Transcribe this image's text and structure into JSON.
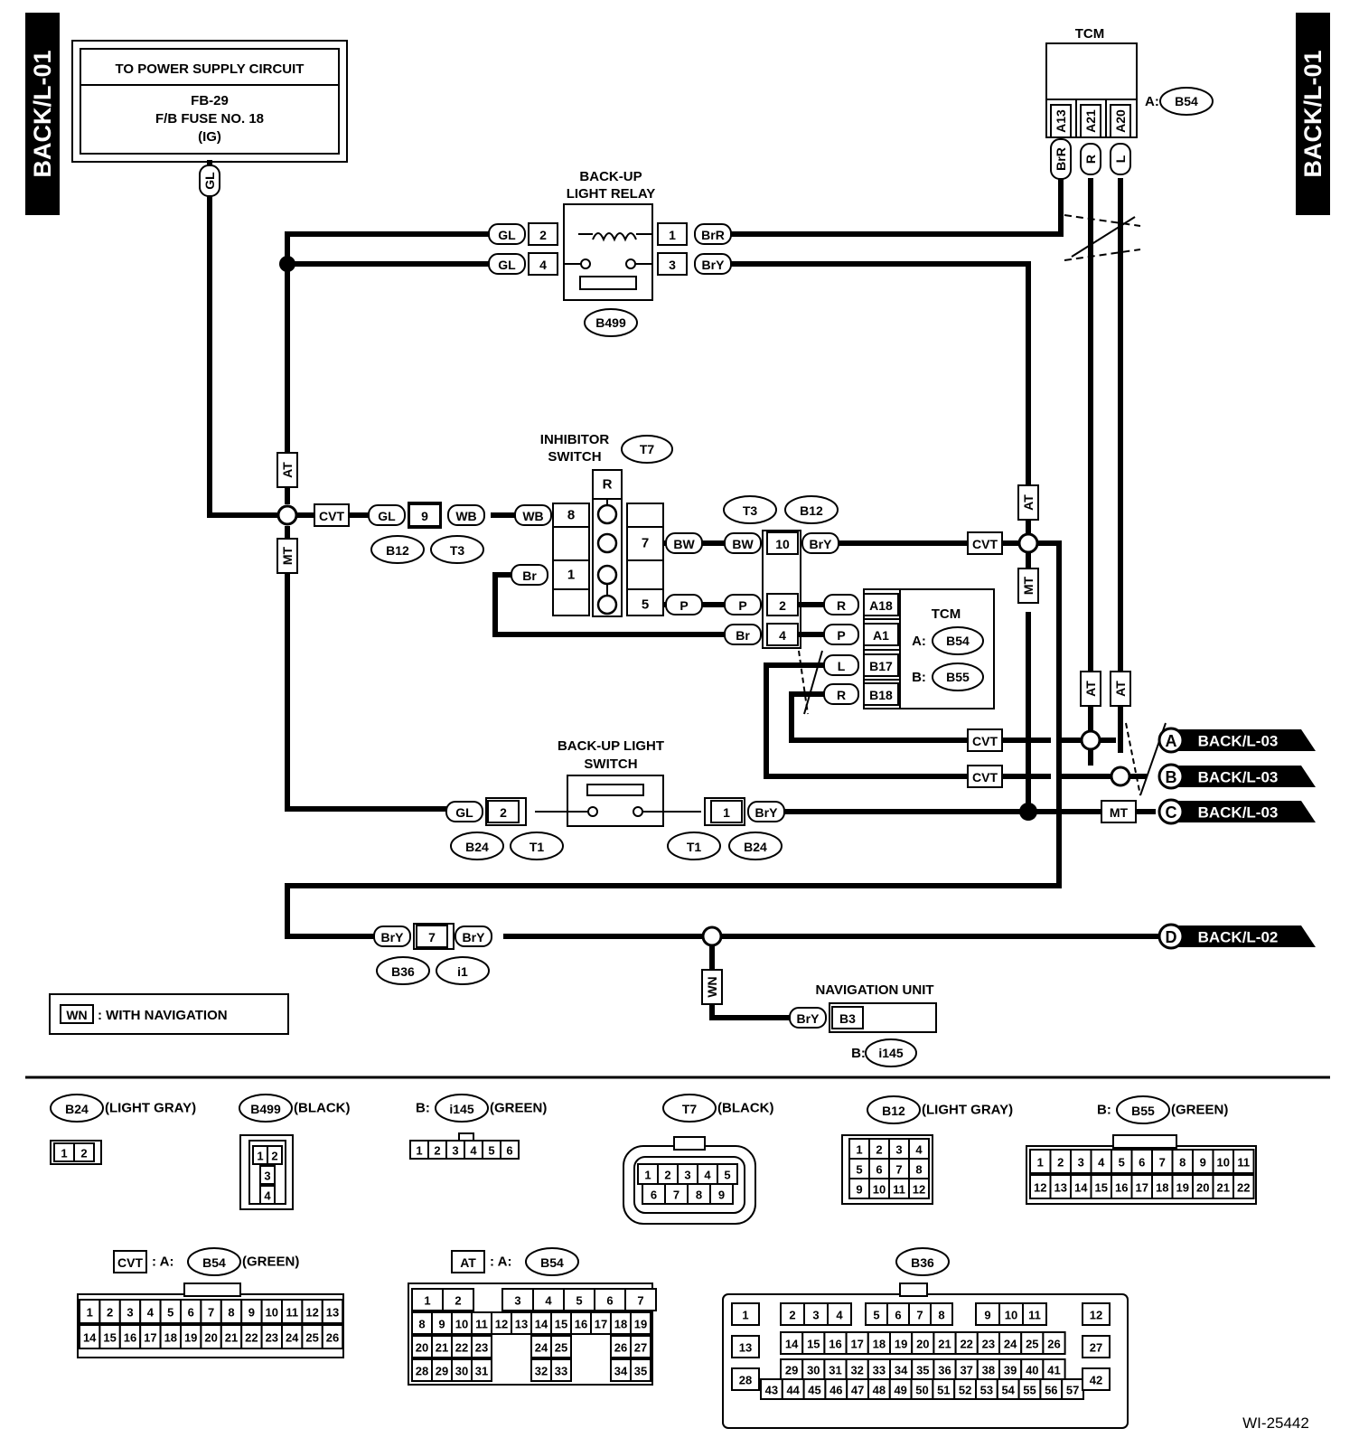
{
  "side_tab_left": "BACK/L-01",
  "side_tab_right": "BACK/L-01",
  "power_box": {
    "header": "TO POWER SUPPLY CIRCUIT",
    "line1": "FB-29",
    "line2": "F/B FUSE NO. 18",
    "line3": "(IG)"
  },
  "components": {
    "tcm_top": "TCM",
    "tcm_top_prefix": "A:",
    "tcm_top_conn": "B54",
    "relay_line1": "BACK-UP",
    "relay_line2": "LIGHT RELAY",
    "relay_conn": "B499",
    "inhibitor_line1": "INHIBITOR",
    "inhibitor_line2": "SWITCH",
    "inhibitor_conn": "T7",
    "tcm_mid": "TCM",
    "tcm_mid_a_prefix": "A:",
    "tcm_mid_a": "B54",
    "tcm_mid_b_prefix": "B:",
    "tcm_mid_b": "B55",
    "bls_line1": "BACK-UP LIGHT",
    "bls_line2": "SWITCH",
    "nav_title": "NAVIGATION UNIT",
    "nav_prefix": "B:",
    "nav_conn": "i145"
  },
  "legend": {
    "code": "WN",
    "text": ": WITH NAVIGATION"
  },
  "outputs": [
    {
      "letter": "A",
      "label": "BACK/L-03"
    },
    {
      "letter": "B",
      "label": "BACK/L-03"
    },
    {
      "letter": "C",
      "label": "BACK/L-03"
    },
    {
      "letter": "D",
      "label": "BACK/L-02"
    }
  ],
  "tags": {
    "gl_top": "GL",
    "tcm_pins": [
      "A13",
      "A21",
      "A20"
    ],
    "tcm_wires": [
      "BrR",
      "R",
      "L"
    ],
    "relay_left_wires": [
      "GL",
      "GL"
    ],
    "relay_left_pins": [
      "2",
      "4"
    ],
    "relay_right_pins": [
      "1",
      "3"
    ],
    "relay_right_wires": [
      "BrR",
      "BrY"
    ],
    "at": "AT",
    "mt": "MT",
    "cvt": "CVT",
    "b12_left": [
      "GL",
      "9",
      "WB"
    ],
    "b12_left_conns": [
      "B12",
      "T3"
    ],
    "inh_wb": "WB",
    "inh_pin8": "8",
    "inh_pin1": "1",
    "inh_br": "Br",
    "inh_r": "R",
    "inh_pin7": "7",
    "inh_pin5": "5",
    "inh_bw": "BW",
    "inh_p": "P",
    "t3b12_conns": [
      "T3",
      "B12"
    ],
    "t3b12_wires_left": [
      "BW",
      "P",
      "Br"
    ],
    "t3b12_pins": [
      "10",
      "2",
      "4"
    ],
    "t3b12_wire_right": "BrY",
    "tcm_mid_wires": [
      "R",
      "P",
      "L",
      "R"
    ],
    "tcm_mid_pins": [
      "A18",
      "A1",
      "B17",
      "B18"
    ],
    "bls_left": [
      "GL",
      "2"
    ],
    "bls_right": [
      "1",
      "BrY"
    ],
    "bls_conns": [
      "B24",
      "T1",
      "T1",
      "B24"
    ],
    "b36": [
      "BrY",
      "7",
      "BrY"
    ],
    "b36_conns": [
      "B36",
      "i1"
    ],
    "wn": "WN",
    "nav_wire": "BrY",
    "nav_pin": "B3"
  },
  "connector_views": {
    "b24": {
      "name": "B24",
      "color": "(LIGHT GRAY)",
      "pins": [
        "1",
        "2"
      ]
    },
    "b499": {
      "name": "B499",
      "color": "(BLACK)",
      "pins": [
        "1",
        "2",
        "3",
        "4"
      ]
    },
    "i145": {
      "prefix": "B:",
      "name": "i145",
      "color": "(GREEN)",
      "pins": [
        "1",
        "2",
        "3",
        "4",
        "5",
        "6"
      ]
    },
    "t7": {
      "name": "T7",
      "color": "(BLACK)",
      "row1": [
        "1",
        "2",
        "3",
        "4",
        "5"
      ],
      "row2": [
        "6",
        "7",
        "8",
        "9"
      ]
    },
    "b12": {
      "name": "B12",
      "color": "(LIGHT GRAY)",
      "rows": [
        [
          "1",
          "2",
          "3",
          "4"
        ],
        [
          "5",
          "6",
          "7",
          "8"
        ],
        [
          "9",
          "10",
          "11",
          "12"
        ]
      ]
    },
    "b55": {
      "prefix": "B:",
      "name": "B55",
      "color": "(GREEN)",
      "row1": [
        "1",
        "2",
        "3",
        "4",
        "5",
        "6",
        "7",
        "8",
        "9",
        "10",
        "11"
      ],
      "row2": [
        "12",
        "13",
        "14",
        "15",
        "16",
        "17",
        "18",
        "19",
        "20",
        "21",
        "22"
      ]
    },
    "cvt_b54": {
      "tag": "CVT",
      "prefix": ": A:",
      "name": "B54",
      "color": "(GREEN)",
      "row1": [
        "1",
        "2",
        "3",
        "4",
        "5",
        "6",
        "7",
        "8",
        "9",
        "10",
        "11",
        "12",
        "13"
      ],
      "row2": [
        "14",
        "15",
        "16",
        "17",
        "18",
        "19",
        "20",
        "21",
        "22",
        "23",
        "24",
        "25",
        "26"
      ]
    },
    "at_b54": {
      "tag": "AT",
      "prefix": ": A:",
      "name": "B54",
      "row1": [
        "1",
        "2",
        "",
        "3",
        "4",
        "5",
        "6",
        "7"
      ],
      "row2": [
        "8",
        "9",
        "10",
        "11",
        "12",
        "13",
        "14",
        "15",
        "16",
        "17",
        "18",
        "19"
      ],
      "row3": [
        "20",
        "21",
        "22",
        "23",
        "24",
        "25",
        "26",
        "27"
      ],
      "row4": [
        "28",
        "29",
        "30",
        "31",
        "32",
        "33",
        "34",
        "35"
      ]
    },
    "b36": {
      "name": "B36",
      "r1": [
        "1",
        "2",
        "3",
        "4",
        "5",
        "6",
        "7",
        "8",
        "9",
        "10",
        "11",
        "12"
      ],
      "r2": [
        "13",
        "14",
        "15",
        "16",
        "17",
        "18",
        "19",
        "20",
        "21",
        "22",
        "23",
        "24",
        "25",
        "26",
        "27"
      ],
      "r3": [
        "29",
        "30",
        "31",
        "32",
        "33",
        "34",
        "35",
        "36",
        "37",
        "38",
        "39",
        "40",
        "41"
      ],
      "r4": [
        "28",
        "43",
        "44",
        "45",
        "46",
        "47",
        "48",
        "49",
        "50",
        "51",
        "52",
        "53",
        "54",
        "55",
        "56",
        "57",
        "42"
      ]
    }
  },
  "doc_id": "WI-25442"
}
